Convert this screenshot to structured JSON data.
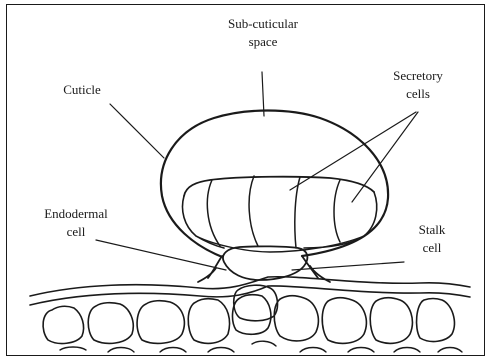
{
  "labels": {
    "sub_cuticular_line1": "Sub-cuticular",
    "sub_cuticular_line2": "space",
    "cuticle": "Cuticle",
    "secretory_line1": "Secretory",
    "secretory_line2": "cells",
    "endodermal_line1": "Endodermal",
    "endodermal_line2": "cell",
    "stalk_line1": "Stalk",
    "stalk_line2": "cell"
  },
  "colors": {
    "ink": "#1a1a1a",
    "background": "#ffffff"
  }
}
